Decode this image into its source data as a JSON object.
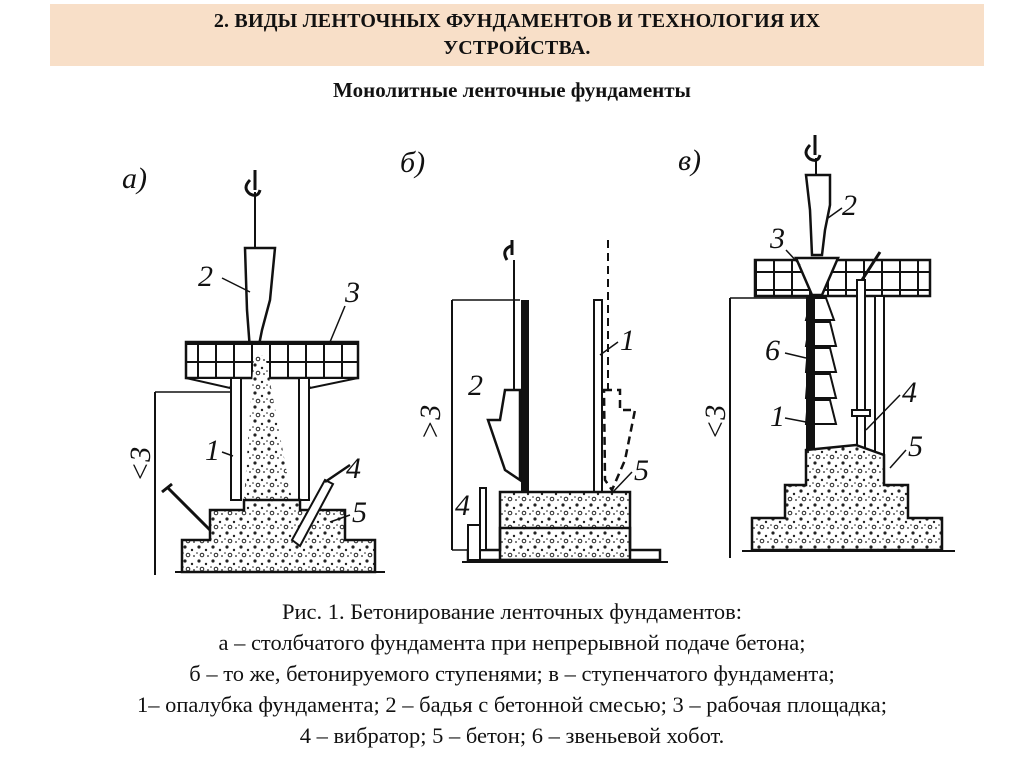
{
  "header": {
    "title_line1": "2. ВИДЫ ЛЕНТОЧНЫХ ФУНДАМЕНТОВ И ТЕХНОЛОГИЯ ИХ",
    "title_line2": "УСТРОЙСТВА."
  },
  "subtitle": "Монолитные ленточные фундаменты",
  "figure": {
    "panel_labels": [
      "а)",
      "б)",
      "в)"
    ],
    "height_marks": [
      "<3",
      ">3",
      "<3"
    ],
    "callouts": {
      "a": [
        "2",
        "3",
        "1",
        "4",
        "5"
      ],
      "b": [
        "2",
        "1",
        "5",
        "4"
      ],
      "c": [
        "2",
        "3",
        "6",
        "1",
        "4",
        "5"
      ]
    }
  },
  "caption": {
    "line1": "Рис. 1. Бетонирование ленточных фундаментов:",
    "line2": "а – столбчатого фундамента при непрерывной подаче бетона;",
    "line3": "б – то же, бетонируемого ступенями; в – ступенчатого фундамента;",
    "line4": "1– опалубка фундамента; 2 – бадья с бетонной смесью; 3 – рабочая площадка;",
    "line5": "4 – вибратор; 5 – бетон; 6 – звеньевой хобот."
  }
}
